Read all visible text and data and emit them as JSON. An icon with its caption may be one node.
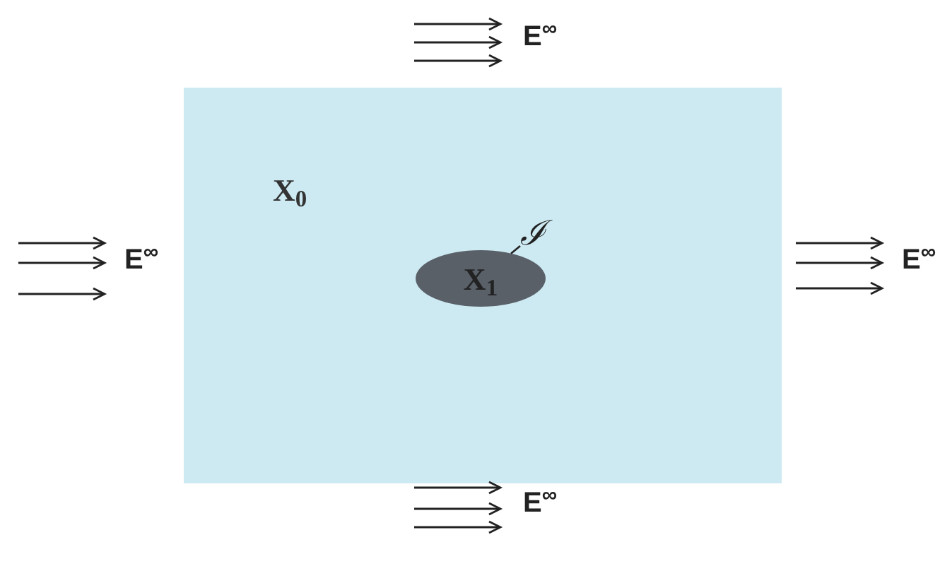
{
  "diagram": {
    "nodes": [
      {
        "text": [
          "X$_{0}$"
        ]
      },
      {
        "text": [
          "X$_{1}$"
        ],
        "in": 0
      },
      {
        "text": [
          "ℐ"
        ],
        "in": 0
      }
    ],
    "edges": [
      {
        "from": 2,
        "to": 1,
        "arrow": "none"
      }
    ],
    "labels": [
      "E$^{∞}$",
      "E$^{∞}$",
      "E$^{∞}$",
      "E$^{∞}$"
    ]
  }
}
